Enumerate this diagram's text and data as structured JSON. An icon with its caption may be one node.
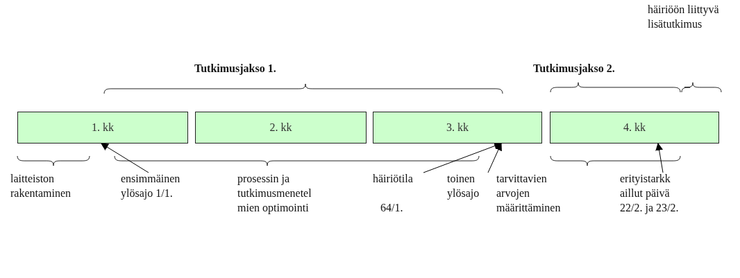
{
  "diagram": {
    "nodes": [
      {
        "text": [
          "1. kk"
        ]
      },
      {
        "text": [
          "2. kk"
        ]
      },
      {
        "text": [
          "3. kk"
        ]
      },
      {
        "text": [
          "4. kk"
        ]
      },
      {
        "text": [
          "ensimmäinen ylösajo 1/1."
        ]
      },
      {
        "text": [
          "häiriötila"
        ],
        "beside": [
          "64/1."
        ]
      },
      {
        "text": [
          "toinen ylösajo"
        ]
      },
      {
        "text": [
          "erityistarkk aillut päivä 22/2. ja 23/2."
        ]
      }
    ],
    "edges": [
      {
        "from": 4,
        "to": 0,
        "arrow": "to"
      },
      {
        "from": 5,
        "to": 2,
        "arrow": "to"
      },
      {
        "from": 6,
        "to": 2,
        "arrow": "to"
      },
      {
        "from": 7,
        "to": 3,
        "arrow": "to"
      }
    ],
    "labels": [
      "häiriöön liittyvä lisätutkimus",
      "Tutkimusjakso 1.",
      "Tutkimusjakso 2.",
      "laitteiston rakentaminen",
      "prosessin ja tutkimusmenetel mien optimointi",
      "tarvittavien arvojen määrittäminen"
    ]
  }
}
